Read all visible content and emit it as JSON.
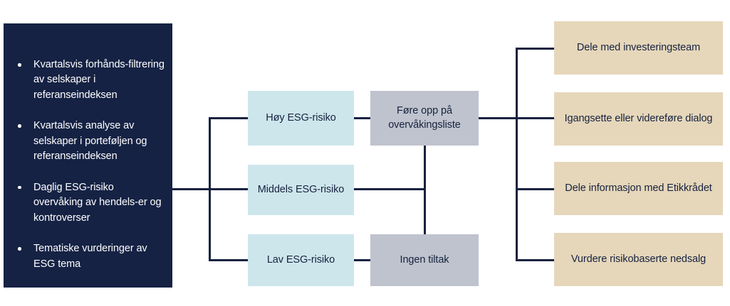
{
  "colors": {
    "navy_panel": "#152244",
    "line": "#16223f",
    "risk_box": "#cde6ec",
    "action_box": "#bfc3cd",
    "outcome_box": "#e6d7ba",
    "panel_text": "#ffffff",
    "box_text": "#16223f",
    "background": "#ffffff"
  },
  "panel": {
    "bullets": [
      "Kvartalsvis forhånds-filtrering av selskaper i referanseindeksen",
      "Kvartalsvis analyse av selskaper i porteføljen og referanseindeksen",
      "Daglig ESG-risiko overvåking av hendels-er og kontroverser",
      "Tematiske vurderinger av ESG tema"
    ]
  },
  "risk_levels": [
    {
      "label": "Høy ESG-risiko"
    },
    {
      "label": "Middels ESG-risiko"
    },
    {
      "label": "Lav ESG-risiko"
    }
  ],
  "actions": [
    {
      "label": "Føre opp på overvåkingsliste"
    },
    {
      "label": "Ingen tiltak"
    }
  ],
  "outcomes": [
    {
      "label": "Dele med investeringsteam"
    },
    {
      "label": "Igangsette eller videreføre dialog"
    },
    {
      "label": "Dele informasjon med Etikkrådet"
    },
    {
      "label": "Vurdere risikobaserte nedsalg"
    }
  ]
}
